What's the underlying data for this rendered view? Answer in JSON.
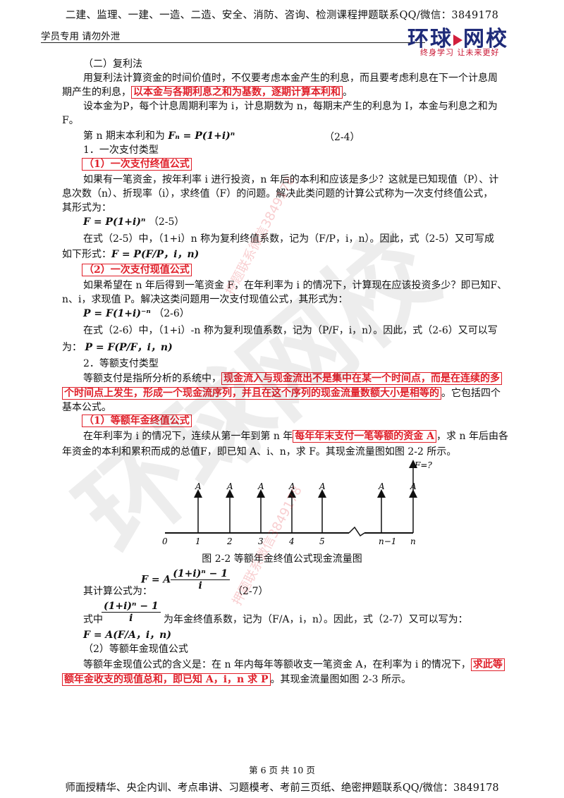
{
  "header": {
    "banner": "二建、监理、一建、一造、二造、安全、消防、咨询、检测课程押题联系QQ/微信：3849178",
    "student_note": "学员专用 请勿外泄",
    "logo": {
      "brand_part1": "环球",
      "brand_part2": "网校",
      "slogan": "终身学习  让未来更好",
      "colors": {
        "brand": "#1e2a78",
        "accent": "#d21f3c"
      }
    }
  },
  "content": {
    "section_title": "（二）复利法",
    "p1_a": "用复利法计算资金的时间价值时，不仅要考虑本金产生的利息，而且要考虑利息在下一个计息周",
    "p1_b": "期产生的利息，",
    "p1_highlight": "以本金与各期利息之和为基数，逐期计算本利和",
    "p1_end": "。",
    "p2_a": "设本金为P，每个计息周期利率为 i，计息期数为 n，每期末产生的利息为 I，本金与利息之和为",
    "p2_b": "F。",
    "p3_label": "第 n 期末本利和为",
    "p3_formula": "Fₙ = P(1+i)ⁿ",
    "p3_eq": "（2-4）",
    "h1": "1．一次支付类型",
    "h1_1": "（1）一次支付终值公式",
    "p4_a": "如果有一笔资金，按年利率 i 进行投资，n 年后的本利和应该是多少？这就是已知现值（P）、计",
    "p4_b": "息次数（n）、折现率（i），求终值（F）的问题。解决此类问题的计算公式称为一次支付终值公式，",
    "p4_c": "其形式为：",
    "f25": "F = P(1+i)ⁿ",
    "f25_eq": "（2-5）",
    "p5_a": "在式（2-5）中，（1+i）n 称为复利终值系数，记为（F/P，i，n）。因此，式（2-5）又可写成",
    "p5_b": "如下形式：",
    "p5_formula": "F = P(F/P，i，n)",
    "h1_2": "（2）一次支付现值公式",
    "p6_a": "如果希望在 n 年后得到一笔资金 F，在年利率为 i 的情况下，计算现在应该投资多少？即已知F、",
    "p6_b": "n、i，求现值 P。解决这类问题用一次支付现值公式，其形式为：",
    "f26": "P = F(1+i)⁻ⁿ",
    "f26_eq": "（2-6）",
    "p7_a": "在式（2-6）中，（1+i）-n 称为复利现值系数，记为（P/F，i，n）。因此，式（2-6）又可以写",
    "p7_b": "为：",
    "p7_formula": "P = F(P/F，i，n)",
    "h2": "2．等额支付类型",
    "p8_a": "等额支付是指所分析的系统中，",
    "p8_highlight_a": "现金流入与现金流出不是集中在某一个时间点，而是在连续的多",
    "p8_highlight_b": "个时间点上发生，形成一个现金流序列，并且在这个序列的现金流量数额大小是相等的",
    "p8_end": "。它包括四个",
    "p8_c": "基本公式。",
    "h2_1": "（1）等额年金终值公式",
    "p9_a": "在年利率为 i 的情况下，连续从第一年到第 n 年",
    "p9_highlight": "每年年末支付一笔等额的资金 A",
    "p9_a_end": "，求 n 年后由各",
    "p9_b": "年资金的本利和累积而成的总值F，即已知 A、i、n，求 F。其现金流量图如图 2-2 所示。",
    "caption": "图 2-2 等额年金终值公式现金流量图",
    "p10_label": "其计算公式为：",
    "f27_prefix": "F = A",
    "f27_num": "(1+i)ⁿ − 1",
    "f27_den": "i",
    "f27_eq": "（2-7）",
    "p11_a": "式中",
    "p11_num": "(1+i)ⁿ − 1",
    "p11_den": "i",
    "p11_b": "为年金终值系数，记为（F/A，i，n）。因此，式（2-7）又可以写为：",
    "p11_formula": "F = A(F/A，i，n)",
    "h2_2": "（2）等额年金现值公式",
    "p12_a": "等额年金现值公式的含义是：在 n 年内每年等额收支一笔资金 A，在利率为 i 的情况下，",
    "p12_highlight_a": "求此等",
    "p12_highlight_b": "额年金收支的现值总和，即已知 A，i，n 求 P",
    "p12_end": "。其现金流量图如图 2-3 所示。"
  },
  "diagram": {
    "top_label": "F=?",
    "arrow_label": "A",
    "ticks": [
      "0",
      "1",
      "2",
      "3",
      "4",
      "5",
      "n−1",
      "n"
    ]
  },
  "footer": {
    "page": "第 6 页 共 10 页",
    "banner": "师面授精华、央企内训、考点串讲、习题模考、考前三页纸、绝密押题联系QQ/微信：3849178"
  },
  "watermark": {
    "text1": "环球网校",
    "text2": "押题联系微信3849178"
  },
  "colors": {
    "highlight_red": "#e0202a"
  }
}
